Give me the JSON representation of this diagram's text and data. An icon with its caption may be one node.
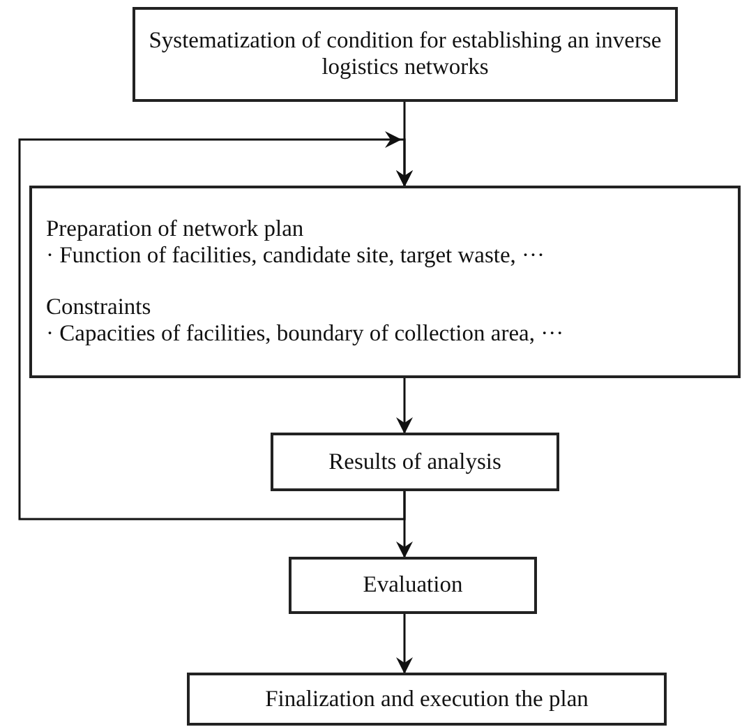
{
  "diagram": {
    "nodes": [
      {
        "text": [
          "Systematization of condition for establishing an inverse logistics networks"
        ]
      },
      {
        "text": [
          "Preparation of network plan",
          "· Function of facilities, candidate site, target waste, ···",
          "Constraints",
          "· Capacities of facilities, boundary of collection area, ···"
        ]
      },
      {
        "text": [
          "Results of analysis"
        ]
      },
      {
        "text": [
          "Evaluation"
        ]
      },
      {
        "text": [
          "Finalization and execution the plan"
        ]
      }
    ],
    "edges": [
      {
        "from": 0,
        "to": 1,
        "arrow": "to"
      },
      {
        "from": 1,
        "to": 2,
        "arrow": "to"
      },
      {
        "from": 2,
        "to": 3,
        "arrow": "to"
      },
      {
        "from": 3,
        "to": 4,
        "arrow": "to"
      },
      {
        "from": 2,
        "to": 1,
        "arrow": "to"
      }
    ]
  }
}
